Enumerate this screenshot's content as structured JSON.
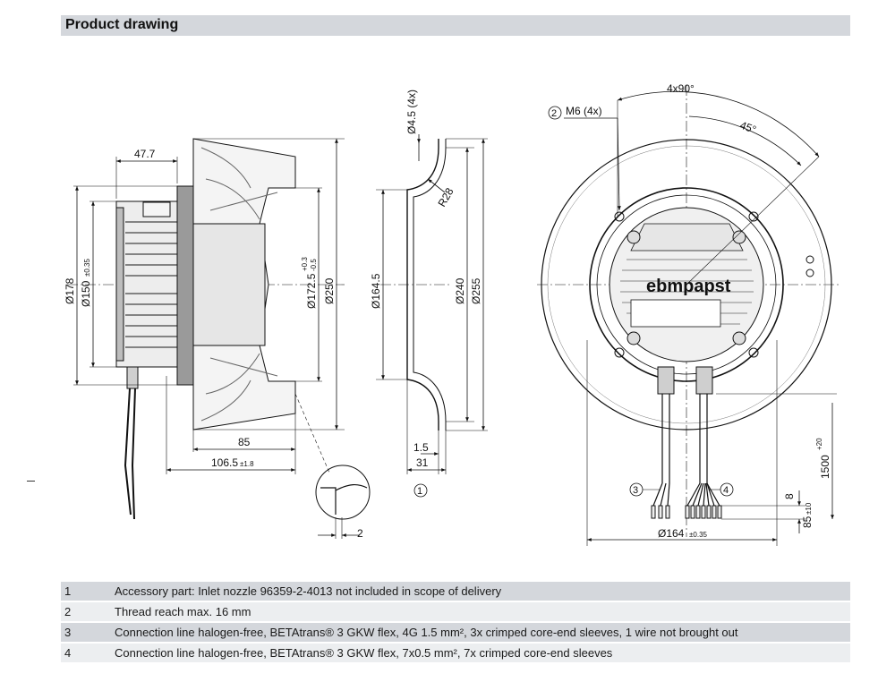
{
  "header": {
    "title": "Product drawing"
  },
  "side_view": {
    "dim_overhang": "47.7",
    "dim_diameter_178": "Ø178",
    "dim_diameter_150": "Ø150",
    "dim_diameter_150_tol": "±0.35",
    "dim_diameter_172": "Ø172.5",
    "dim_diameter_172_tol_upper": "+0.3",
    "dim_diameter_172_tol_lower": "-0.5",
    "dim_diameter_250": "Ø250",
    "dim_length_85": "85",
    "dim_length_106": "106.5",
    "dim_length_106_tol": "±1.8",
    "detail_gap": "2"
  },
  "nozzle_view": {
    "dim_hole": "Ø4.5 (4x)",
    "dim_radius": "R28",
    "dim_diameter_164": "Ø164.5",
    "dim_diameter_240": "Ø240",
    "dim_diameter_255": "Ø255",
    "dim_flange": "1.5",
    "dim_depth": "31",
    "callout_1": "1"
  },
  "front_view": {
    "callout_2": "2",
    "thread_label": "M6 (4x)",
    "angle_pattern": "4x90°",
    "angle_offset": "45°",
    "brand_text": "ebmpapst",
    "callout_3": "3",
    "callout_4": "4",
    "dim_cable_length": "1500",
    "dim_cable_length_tol": "+20",
    "dim_strip": "8",
    "dim_sleeve": "85",
    "dim_sleeve_tol": "±10",
    "dim_bolt_circle": "Ø164",
    "dim_bolt_circle_tol": "±0.35"
  },
  "notes": [
    {
      "num": "1",
      "text": "Accessory part: Inlet nozzle 96359-2-4013 not included in scope of delivery"
    },
    {
      "num": "2",
      "text": "Thread reach max. 16 mm"
    },
    {
      "num": "3",
      "text": "Connection line halogen-free, BETAtrans® 3 GKW flex, 4G 1.5 mm², 3x crimped core-end sleeves, 1 wire not brought out"
    },
    {
      "num": "4",
      "text": "Connection line halogen-free, BETAtrans® 3 GKW flex, 7x0.5 mm², 7x crimped core-end sleeves"
    }
  ]
}
